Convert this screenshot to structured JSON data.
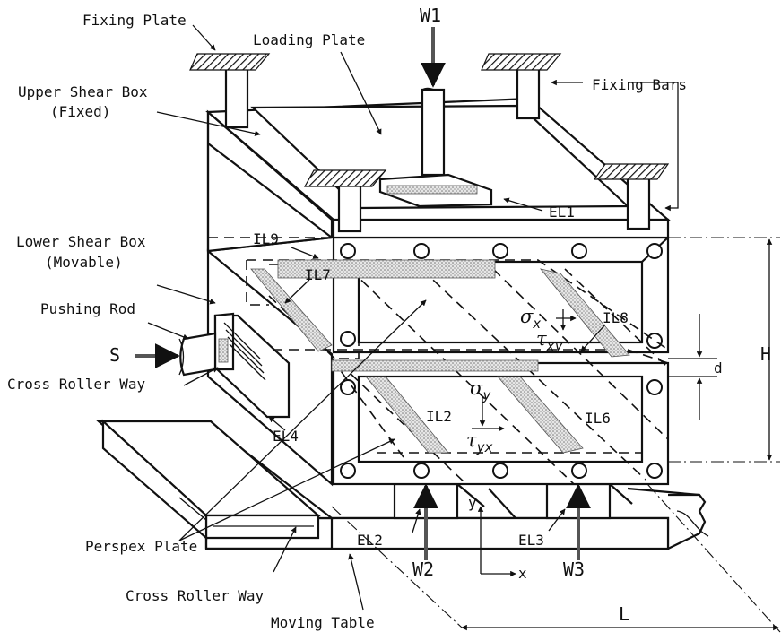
{
  "labels": {
    "fixing_plate": "Fixing Plate",
    "w1": "W1",
    "loading_plate": "Loading Plate",
    "upper_shear_box_l1": "Upper Shear Box",
    "upper_shear_box_l2": "(Fixed)",
    "fixing_bars": "Fixing Bars",
    "el1": "EL1",
    "il9": "IL9",
    "lower_shear_box_l1": "Lower Shear Box",
    "lower_shear_box_l2": "(Movable)",
    "pushing_rod": "Pushing Rod",
    "il7": "IL7",
    "il8": "IL8",
    "s": "S",
    "cross_roller_way_upper": "Cross Roller Way",
    "el4": "EL4",
    "il2": "IL2",
    "il6": "IL6",
    "h": "H",
    "d": "d",
    "perspex_plate": "Perspex Plate",
    "el2": "EL2",
    "el3": "EL3",
    "w2": "W2",
    "w3": "W3",
    "y_axis": "y",
    "x_axis": "x",
    "cross_roller_way_lower": "Cross Roller Way",
    "l": "L",
    "moving_table": "Moving Table",
    "sigma_x_sym": "σ",
    "sigma_x_sub": "x",
    "tau_xy_sym": "τ",
    "tau_xy_sub": "xy",
    "sigma_y_sym": "σ",
    "sigma_y_sub": "y",
    "tau_yx_sym": "τ",
    "tau_yx_sub": "yx"
  }
}
